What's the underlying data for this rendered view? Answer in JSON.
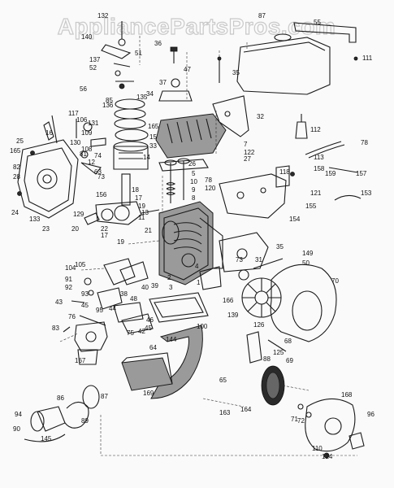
{
  "watermark": "AppliancePartsPros.com",
  "labels": [
    "132",
    "140",
    "137",
    "52",
    "56",
    "51",
    "36",
    "47",
    "87",
    "55",
    "111",
    "35",
    "37",
    "34",
    "85",
    "136",
    "135",
    "165",
    "15",
    "33",
    "32",
    "112",
    "117",
    "106",
    "109",
    "131",
    "130",
    "108",
    "81",
    "74",
    "12",
    "63",
    "73",
    "14",
    "16",
    "25",
    "165",
    "82",
    "28",
    "24",
    "133",
    "23",
    "26",
    "5",
    "10",
    "9",
    "8",
    "7",
    "122",
    "27",
    "113",
    "78",
    "118",
    "158",
    "159",
    "157",
    "78",
    "120",
    "121",
    "155",
    "154",
    "153",
    "156",
    "18",
    "17",
    "19",
    "11",
    "13",
    "129",
    "22",
    "17",
    "19",
    "20",
    "21",
    "104",
    "105",
    "91",
    "92",
    "93",
    "43",
    "45",
    "95",
    "44",
    "48",
    "38",
    "40",
    "39",
    "2",
    "3",
    "1",
    "4",
    "31",
    "73",
    "35",
    "149",
    "50",
    "70",
    "166",
    "139",
    "42",
    "46",
    "45",
    "75",
    "76",
    "167",
    "144",
    "100",
    "64",
    "126",
    "125",
    "68",
    "69",
    "88",
    "83",
    "169",
    "65",
    "164",
    "163",
    "71",
    "72",
    "168",
    "96",
    "110",
    "124",
    "94",
    "86",
    "89",
    "87",
    "90",
    "145"
  ]
}
